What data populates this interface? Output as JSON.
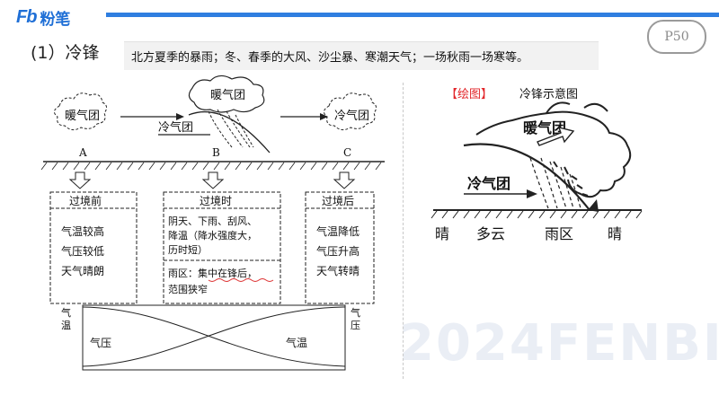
{
  "header": {
    "logo_mark": "Fb",
    "brand": "粉笔",
    "page": "P50"
  },
  "section": {
    "title": "(1）冷锋",
    "description": "北方夏季的暴雨；冬、春季的大风、沙尘暴、寒潮天气；一场秋雨一场寒等。"
  },
  "left_diagram": {
    "top_labels": {
      "warm_air": "暖气团",
      "cold_air": "冷气团",
      "warm_air_top": "暖气团",
      "cold_air_c": "冷气团"
    },
    "stages": [
      "A",
      "B",
      "C"
    ],
    "boxes": [
      {
        "title": "过境前",
        "lines": [
          "气温较高",
          "气压较低",
          "天气晴朗"
        ]
      },
      {
        "title": "过境时",
        "lines": [
          "阴天、下雨、刮风、",
          "降温（降水强度大，",
          "历时短）",
          "雨区：集中在锋后，",
          "范围狭窄"
        ]
      },
      {
        "title": "过境后",
        "lines": [
          "气温降低",
          "气压升高",
          "天气转晴"
        ]
      }
    ],
    "graph": {
      "left_axis": "气温",
      "right_axis": "气压",
      "left_curve_label": "气压",
      "right_curve_label": "气温"
    }
  },
  "right_diagram": {
    "tag": "【绘图】",
    "caption": "冷锋示意图",
    "warm_air": "暖气团",
    "cold_air": "冷气团",
    "ground_labels": [
      "晴",
      "多云",
      "雨区",
      "晴"
    ]
  },
  "watermark": "2024FENBI",
  "colors": {
    "accent": "#2f7ee0",
    "red_tag": "#e2262a"
  }
}
